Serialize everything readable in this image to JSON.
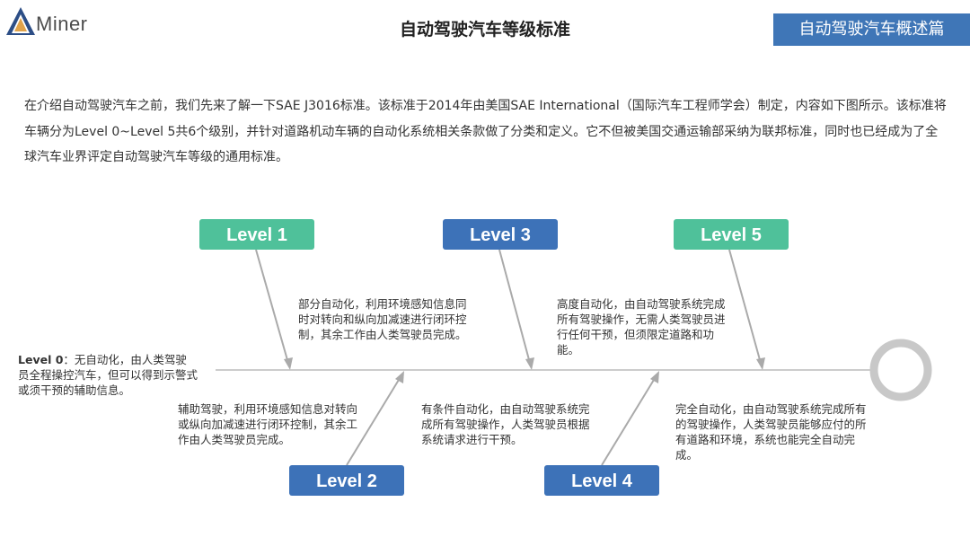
{
  "header": {
    "logo_text": "Miner",
    "title": "自动驾驶汽车等级标准",
    "section_tag": "自动驾驶汽车概述篇"
  },
  "intro": "在介绍自动驾驶汽车之前，我们先来了解一下SAE J3016标准。该标准于2014年由美国SAE International（国际汽车工程师学会）制定，内容如下图所示。该标准将车辆分为Level 0~Level 5共6个级别，并针对道路机动车辆的自动化系统相关条款做了分类和定义。它不但被美国交通运输部采纳为联邦标准，同时也已经成为了全球汽车业界评定自动驾驶汽车等级的通用标准。",
  "colors": {
    "green": "#4fc19a",
    "blue": "#3d72b8",
    "spine": "#cccccc",
    "arrow": "#aaaaaa"
  },
  "levels": {
    "level0": {
      "label": "Level 0",
      "text": "：无自动化，由人类驾驶员全程操控汽车，但可以得到示警式或须干预的辅助信息。"
    },
    "level1": {
      "label": "Level 1",
      "text": "辅助驾驶，利用环境感知信息对转向或纵向加减速进行闭环控制，其余工作由人类驾驶员完成。"
    },
    "level2": {
      "label": "Level 2",
      "text": "部分自动化，利用环境感知信息同时对转向和纵向加减速进行闭环控制，其余工作由人类驾驶员完成。"
    },
    "level3": {
      "label": "Level 3",
      "text": "有条件自动化，由自动驾驶系统完成所有驾驶操作，人类驾驶员根据系统请求进行干预。"
    },
    "level4": {
      "label": "Level 4",
      "text": "高度自动化，由自动驾驶系统完成所有驾驶操作，无需人类驾驶员进行任何干预，但须限定道路和功能。"
    },
    "level5": {
      "label": "Level 5",
      "text": "完全自动化，由自动驾驶系统完成所有的驾驶操作，人类驾驶员能够应付的所有道路和环境，系统也能完全自动完成。"
    }
  }
}
